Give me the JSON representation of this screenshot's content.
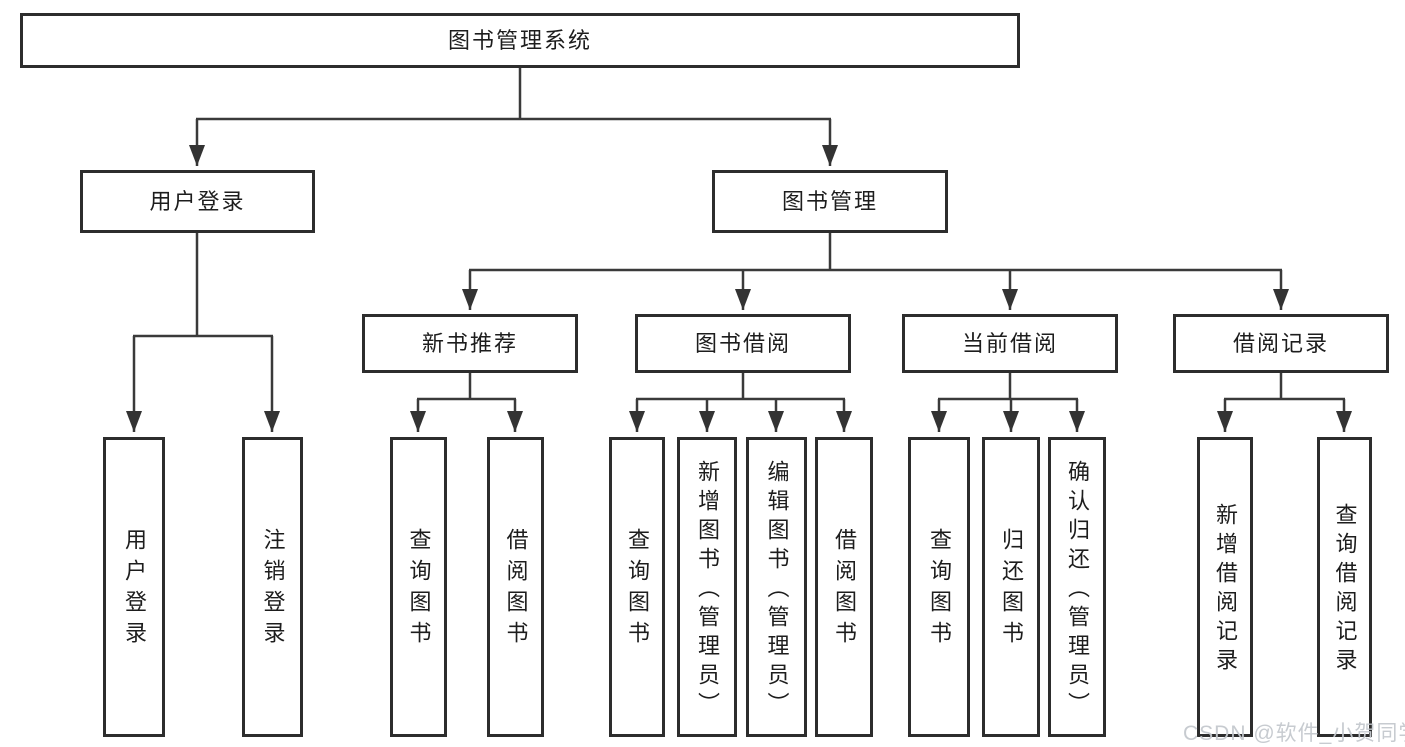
{
  "diagram": {
    "colors": {
      "line": "#3a3a3a",
      "box_border": "#2d2d2d",
      "text": "#1d1d1d",
      "background": "#ffffff",
      "watermark": "#c4c8ce"
    },
    "tree": {
      "label": "图书管理系统",
      "children": [
        {
          "label": "用户登录",
          "children": [
            {
              "label": "用户登录"
            },
            {
              "label": "注销登录"
            }
          ]
        },
        {
          "label": "图书管理",
          "children": [
            {
              "label": "新书推荐",
              "children": [
                {
                  "label": "查询图书"
                },
                {
                  "label": "借阅图书"
                }
              ]
            },
            {
              "label": "图书借阅",
              "children": [
                {
                  "label": "查询图书"
                },
                {
                  "label": "新增图书（管理员）"
                },
                {
                  "label": "编辑图书（管理员）"
                },
                {
                  "label": "借阅图书"
                }
              ]
            },
            {
              "label": "当前借阅",
              "children": [
                {
                  "label": "查询图书"
                },
                {
                  "label": "归还图书"
                },
                {
                  "label": "确认归还（管理员）"
                }
              ]
            },
            {
              "label": "借阅记录",
              "children": [
                {
                  "label": "新增借阅记录"
                },
                {
                  "label": "查询借阅记录"
                }
              ]
            }
          ]
        }
      ]
    },
    "watermark": {
      "text": "CSDN @软件_小贺同学"
    }
  }
}
